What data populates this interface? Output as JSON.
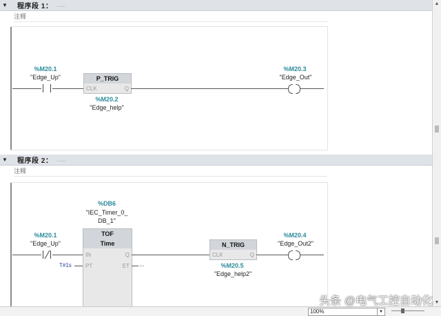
{
  "network1": {
    "title": "程序段 1：",
    "title_edit": ".....",
    "comment": "注释",
    "contact": {
      "address": "%M20.1",
      "name": "\"Edge_Up\""
    },
    "fb": {
      "type": "P_TRIG",
      "pin_clk": "CLK",
      "pin_q": "Q",
      "address": "%M20.2",
      "name": "\"Edge_help\""
    },
    "coil": {
      "address": "%M20.3",
      "name": "\"Edge_Out\""
    }
  },
  "network2": {
    "title": "程序段 2：",
    "title_edit": ".....",
    "comment": "注释",
    "contact": {
      "address": "%M20.1",
      "name": "\"Edge_Up\""
    },
    "timer": {
      "db_address": "%DB6",
      "db_name_1": "\"IEC_Timer_0_",
      "db_name_2": "DB_1\"",
      "type": "TOF",
      "subtype": "Time",
      "pin_in": "IN",
      "pin_pt": "PT",
      "pin_q": "Q",
      "pin_et": "ET",
      "pt_value": "T#1s",
      "et_dots": "..."
    },
    "fb": {
      "type": "N_TRIG",
      "pin_clk": "CLK",
      "pin_q": "Q",
      "address": "%M20.5",
      "name": "\"Edge_help2\""
    },
    "coil": {
      "address": "%M20.4",
      "name": "\"Edge_Out2\""
    }
  },
  "statusbar": {
    "zoom": "100%"
  },
  "watermark": "头条 @电气工控自动化",
  "icons": {
    "collapse": "triangle-down-icon",
    "scroll_up": "arrow-up-icon",
    "scroll_down": "arrow-down-icon"
  }
}
